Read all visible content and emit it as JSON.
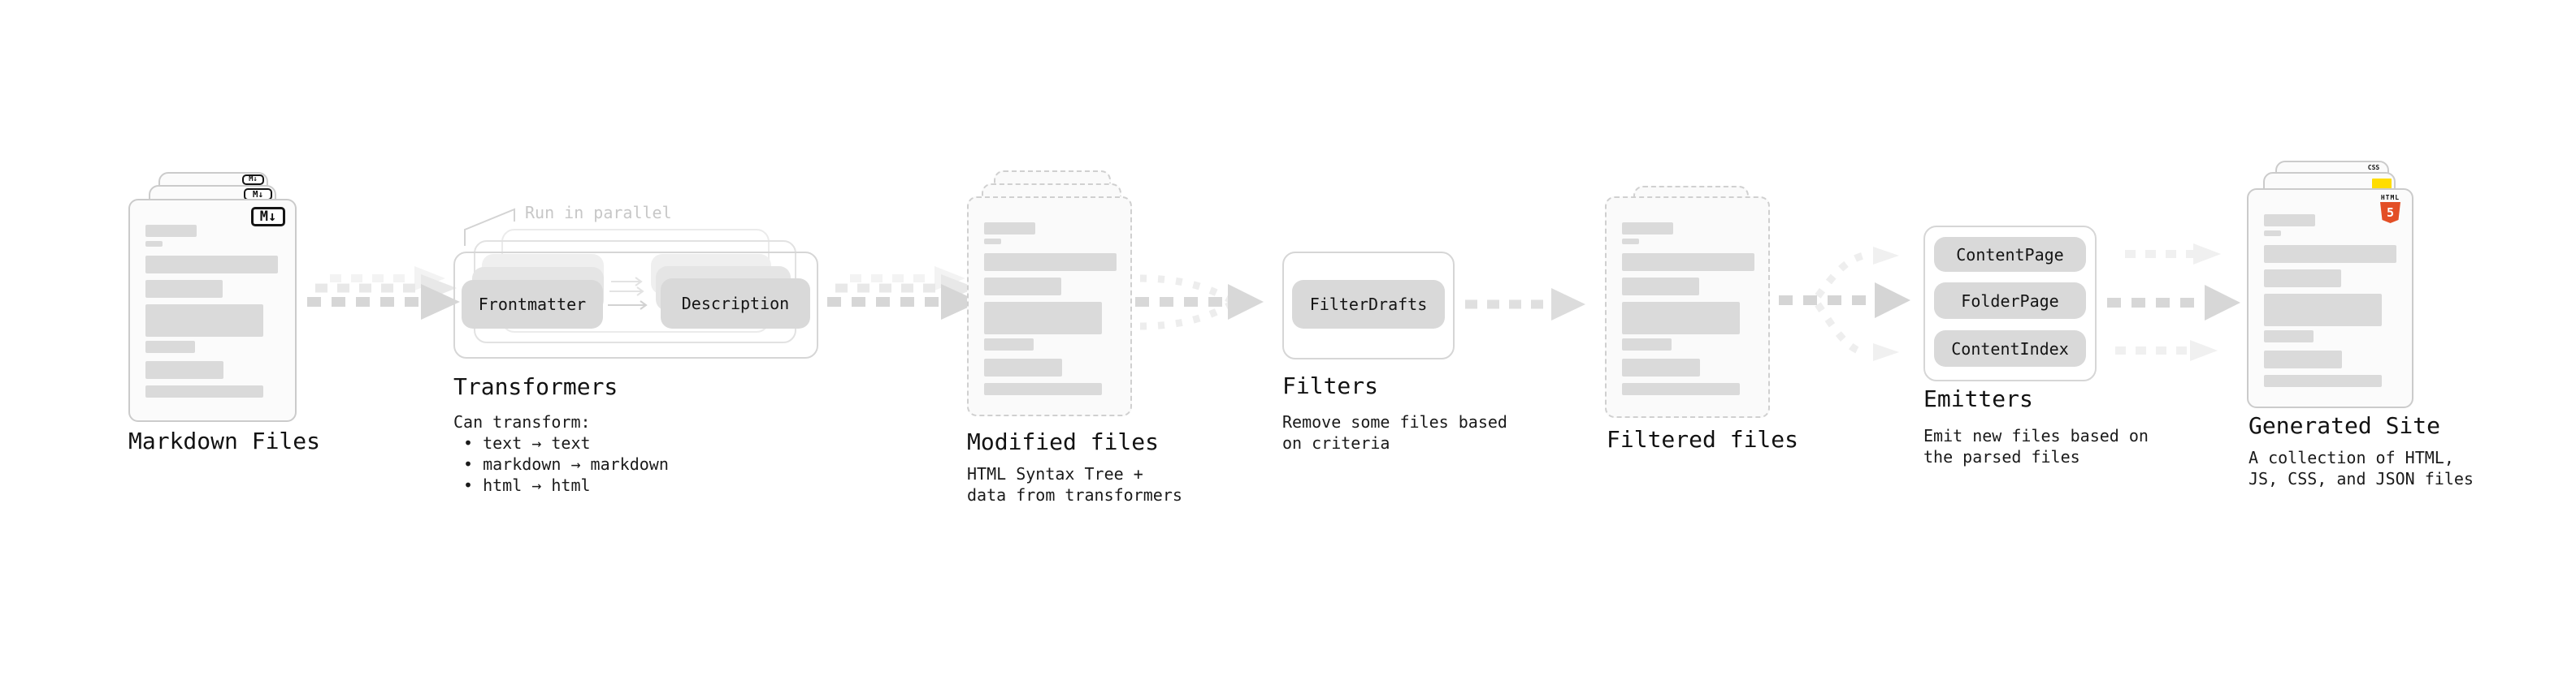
{
  "stages": {
    "markdown_files": {
      "label": "Markdown Files",
      "icon": "M↓"
    },
    "transformers": {
      "label": "Transformers",
      "note": "Run in parallel",
      "pill_left": "Frontmatter",
      "pill_right": "Description",
      "can_transform": "Can transform:",
      "bullets": [
        "• text → text",
        "• markdown → markdown",
        "• html → html"
      ]
    },
    "modified_files": {
      "label": "Modified files",
      "sublabel_lines": [
        "HTML Syntax Tree +",
        "data from transformers"
      ]
    },
    "filters": {
      "label": "Filters",
      "pill": "FilterDrafts",
      "sublabel_lines": [
        "Remove some files based",
        "on criteria"
      ]
    },
    "filtered_files": {
      "label": "Filtered files"
    },
    "emitters": {
      "label": "Emitters",
      "pills": [
        "ContentPage",
        "FolderPage",
        "ContentIndex"
      ],
      "sublabel_lines": [
        "Emit new files based on",
        "the parsed files"
      ]
    },
    "generated_site": {
      "label": "Generated Site",
      "sublabel_lines": [
        "A collection of HTML,",
        "JS, CSS, and JSON files"
      ],
      "icons": {
        "html_label": "HTML",
        "html_number": "5",
        "css_label": "CSS"
      }
    }
  },
  "colors": {
    "html5_orange": "#e34f26",
    "js_yellow": "#ffdd00",
    "css_blue": "#2e5be2"
  }
}
